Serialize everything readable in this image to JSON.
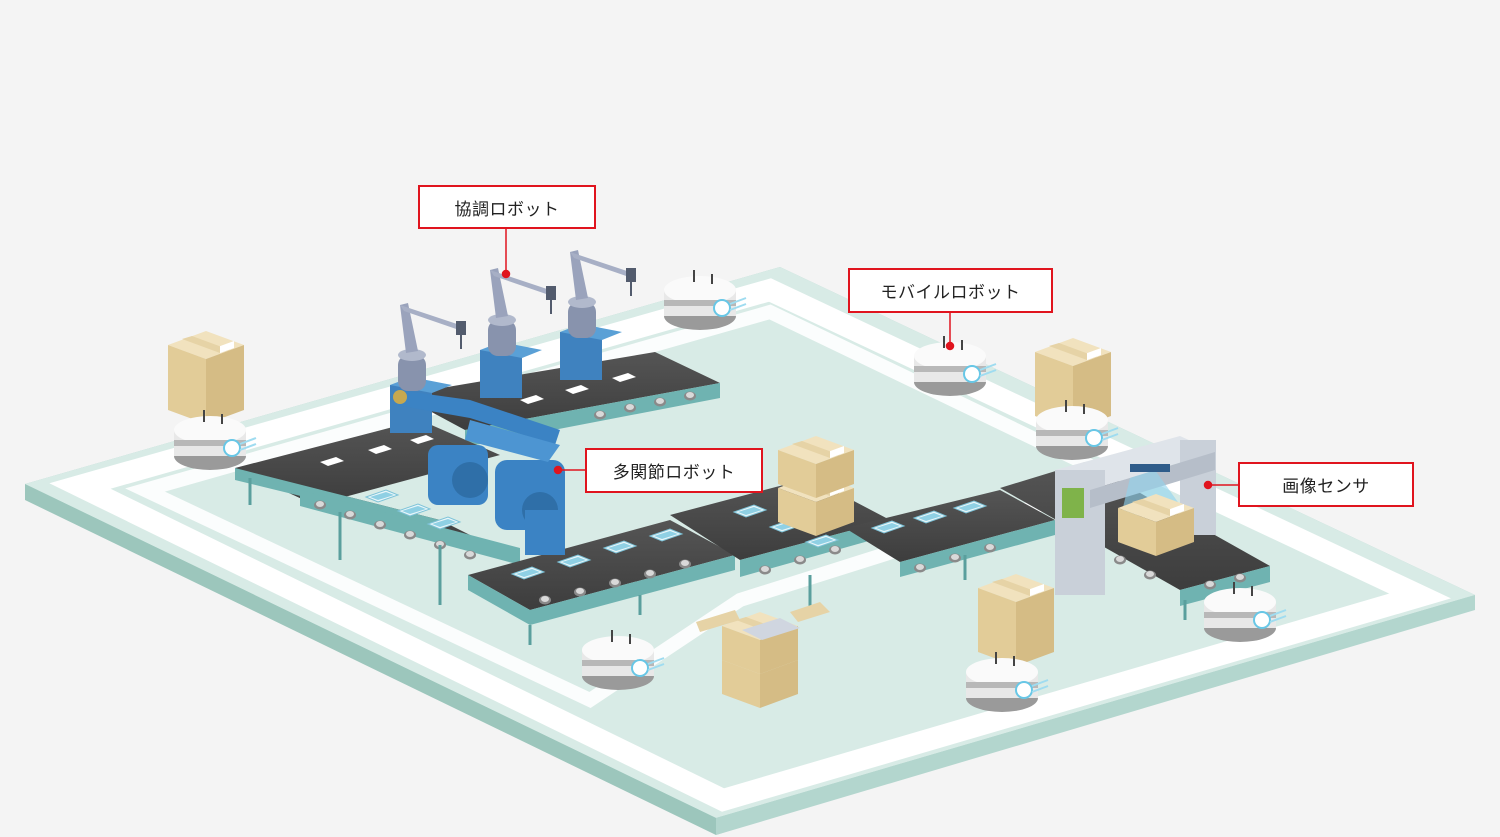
{
  "colors": {
    "background": "#f4f4f4",
    "floor": "#d8ebe6",
    "floor_edge": "#a9cfc7",
    "lane": "#ffffff",
    "conveyor_belt": "#4a4a4a",
    "conveyor_frame": "#6fb3b1",
    "box": "#e5d1a5",
    "robot_arm": "#7f8aa6",
    "industrial_robot": "#3b83c4",
    "callout_border": "#e0141e"
  },
  "labels": {
    "collaborative_robot": "協調ロボット",
    "mobile_robot": "モバイルロボット",
    "articulated_robot": "多関節ロボット",
    "image_sensor": "画像センサ"
  }
}
